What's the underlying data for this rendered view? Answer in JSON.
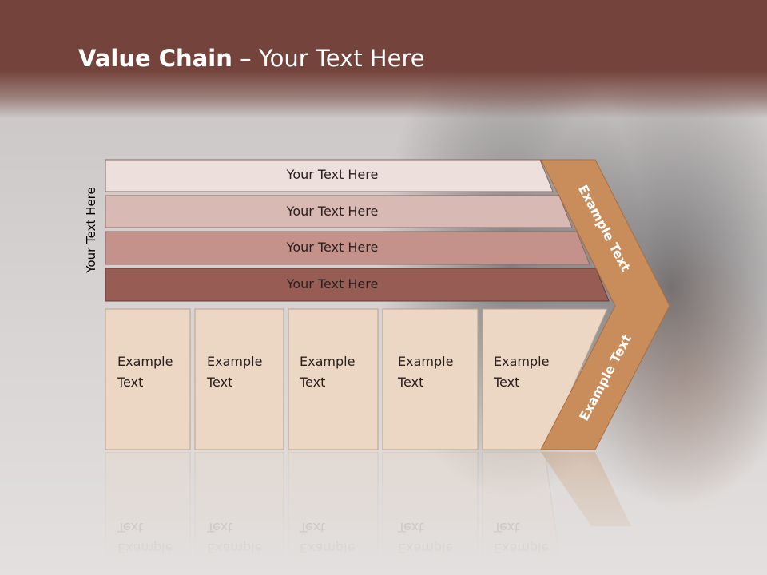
{
  "slide": {
    "title_bold": "Value Chain",
    "title_rest": " – Your Text Here",
    "side_label": "Your Text Here"
  },
  "bars": [
    {
      "label": "Your Text Here",
      "color": "#ecdfdc"
    },
    {
      "label": "Your Text Here",
      "color": "#d9b9b3"
    },
    {
      "label": "Your Text Here",
      "color": "#c4928a"
    },
    {
      "label": "Your Text Here",
      "color": "#975c54"
    }
  ],
  "boxes": [
    {
      "line1": "Example",
      "line2": "Text"
    },
    {
      "line1": "Example",
      "line2": "Text"
    },
    {
      "line1": "Example",
      "line2": "Text"
    },
    {
      "line1": "Example",
      "line2": "Text"
    },
    {
      "line1": "Example",
      "line2": "Text"
    }
  ],
  "box_color": "#ebd7c3",
  "chevron": {
    "color": "#c98d5b",
    "upper_label": "Example Text",
    "lower_label": "Example Text"
  }
}
